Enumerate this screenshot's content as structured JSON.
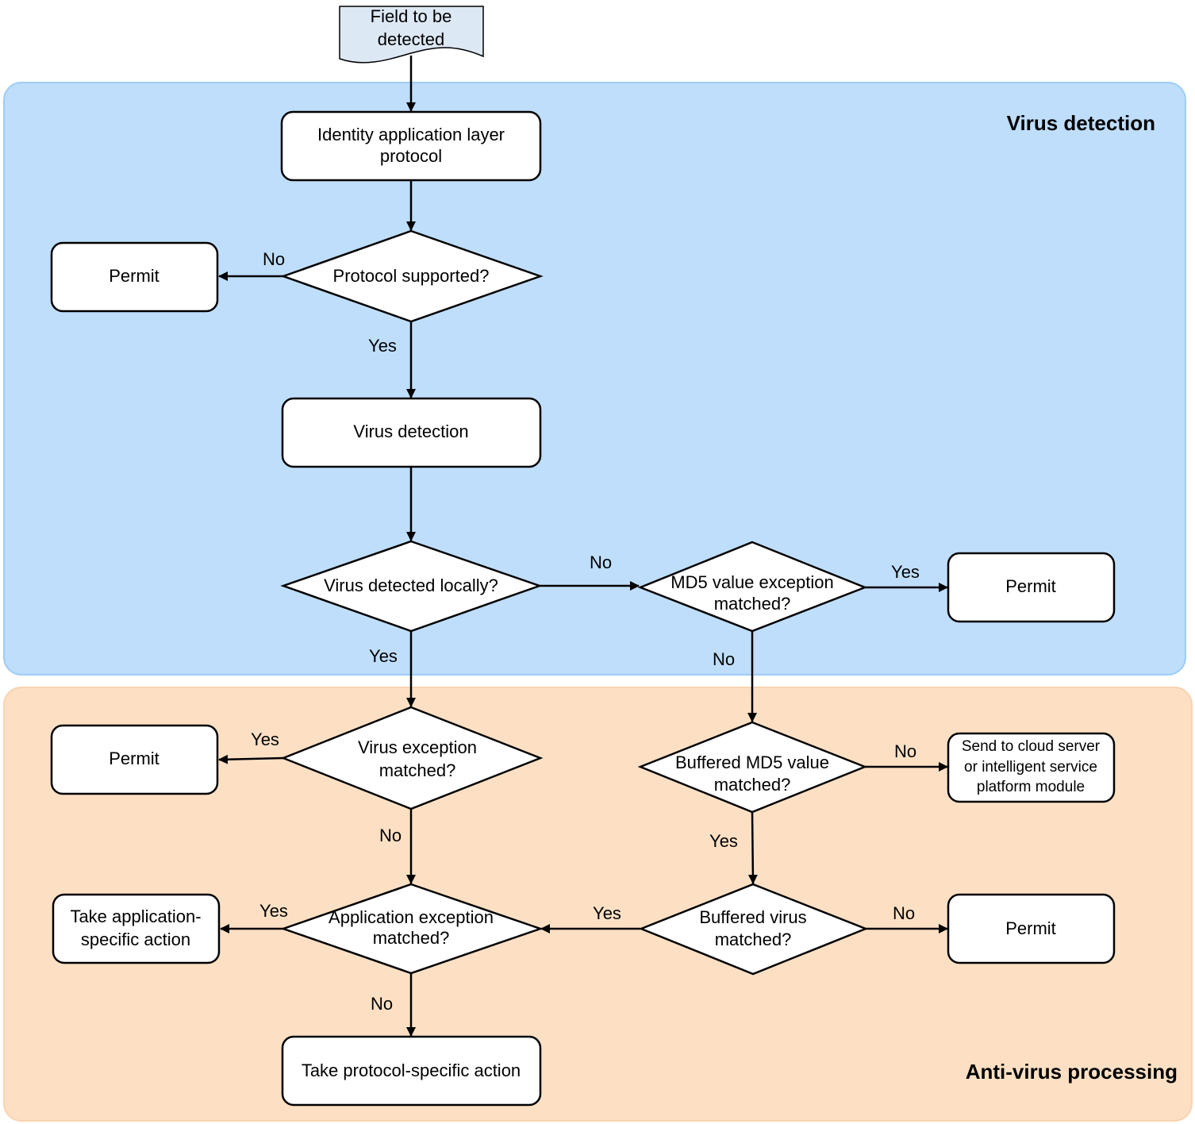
{
  "zones": {
    "virus_detection": {
      "title": "Virus detection",
      "color": "#bfdefc",
      "border": "#9ecdf7"
    },
    "anti_virus_processing": {
      "title": "Anti-virus processing",
      "color": "#fde0c4",
      "border": "#f9d3ae"
    }
  },
  "nodes": {
    "field": {
      "lines": [
        "Field to be",
        "detected"
      ],
      "fill": "#dde8f5"
    },
    "identify": {
      "lines": [
        "Identity application layer",
        "protocol"
      ]
    },
    "protocol_supported": {
      "lines": [
        "Protocol supported?"
      ]
    },
    "permit_1": {
      "lines": [
        "Permit"
      ]
    },
    "virus_detection": {
      "lines": [
        "Virus detection"
      ]
    },
    "virus_detected_locally": {
      "lines": [
        "Virus detected locally?"
      ]
    },
    "md5_exception": {
      "lines": [
        "MD5 value exception",
        "matched?"
      ]
    },
    "permit_2": {
      "lines": [
        "Permit"
      ]
    },
    "virus_exception": {
      "lines": [
        "Virus exception",
        "matched?"
      ]
    },
    "permit_3": {
      "lines": [
        "Permit"
      ]
    },
    "buffered_md5": {
      "lines": [
        "Buffered MD5 value",
        "matched?"
      ]
    },
    "send_cloud": {
      "lines": [
        "Send to cloud server",
        "or intelligent service",
        "platform module"
      ]
    },
    "app_exception": {
      "lines": [
        "Application exception",
        "matched?"
      ]
    },
    "take_app_action": {
      "lines": [
        "Take application-",
        "specific action"
      ]
    },
    "buffered_virus": {
      "lines": [
        "Buffered virus",
        "matched?"
      ]
    },
    "permit_4": {
      "lines": [
        "Permit"
      ]
    },
    "take_protocol_action": {
      "lines": [
        "Take protocol-specific action"
      ]
    }
  },
  "edge_labels": {
    "protocol_no": "No",
    "protocol_yes": "Yes",
    "local_no": "No",
    "local_yes": "Yes",
    "md5_yes": "Yes",
    "md5_no": "No",
    "vexc_yes": "Yes",
    "vexc_no": "No",
    "bmd5_no": "No",
    "bmd5_yes": "Yes",
    "bvirus_yes": "Yes",
    "bvirus_no": "No",
    "appexc_yes": "Yes",
    "appexc_no": "No"
  }
}
